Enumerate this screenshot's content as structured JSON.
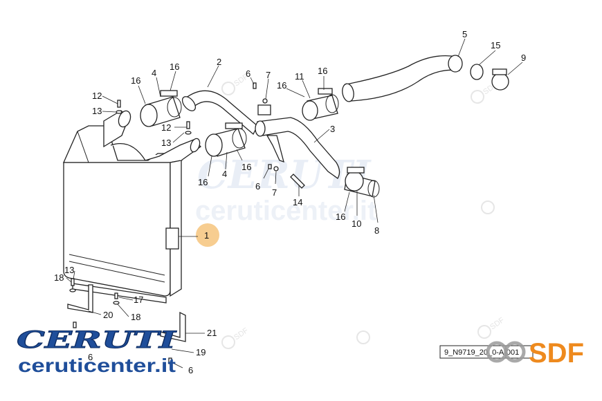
{
  "watermarks": {
    "brand": "CERUTI",
    "url": "ceruticenter.it",
    "sdf_mark": "SDF"
  },
  "logo": {
    "brand": "CERUTI",
    "url": "ceruticenter.it"
  },
  "sdf_logo": {
    "text": "SDF"
  },
  "reference_code": "9_N9719_20_0-A-001",
  "callouts": [
    {
      "id": "1",
      "text": "1"
    },
    {
      "id": "2",
      "text": "2"
    },
    {
      "id": "3",
      "text": "3"
    },
    {
      "id": "4a",
      "text": "4"
    },
    {
      "id": "4b",
      "text": "4"
    },
    {
      "id": "5",
      "text": "5"
    },
    {
      "id": "6a",
      "text": "6"
    },
    {
      "id": "6b",
      "text": "6"
    },
    {
      "id": "6c",
      "text": "6"
    },
    {
      "id": "6d",
      "text": "6"
    },
    {
      "id": "7a",
      "text": "7"
    },
    {
      "id": "7b",
      "text": "7"
    },
    {
      "id": "8",
      "text": "8"
    },
    {
      "id": "9",
      "text": "9"
    },
    {
      "id": "10",
      "text": "10"
    },
    {
      "id": "11",
      "text": "11"
    },
    {
      "id": "12a",
      "text": "12"
    },
    {
      "id": "12b",
      "text": "12"
    },
    {
      "id": "13a",
      "text": "13"
    },
    {
      "id": "13b",
      "text": "13"
    },
    {
      "id": "13c",
      "text": "13"
    },
    {
      "id": "14",
      "text": "14"
    },
    {
      "id": "15",
      "text": "15"
    },
    {
      "id": "16a",
      "text": "16"
    },
    {
      "id": "16b",
      "text": "16"
    },
    {
      "id": "16c",
      "text": "16"
    },
    {
      "id": "16d",
      "text": "16"
    },
    {
      "id": "16e",
      "text": "16"
    },
    {
      "id": "16f",
      "text": "16"
    },
    {
      "id": "16g",
      "text": "16"
    },
    {
      "id": "17",
      "text": "17"
    },
    {
      "id": "18a",
      "text": "18"
    },
    {
      "id": "18b",
      "text": "18"
    },
    {
      "id": "19",
      "text": "19"
    },
    {
      "id": "20",
      "text": "20"
    },
    {
      "id": "21",
      "text": "21"
    }
  ]
}
